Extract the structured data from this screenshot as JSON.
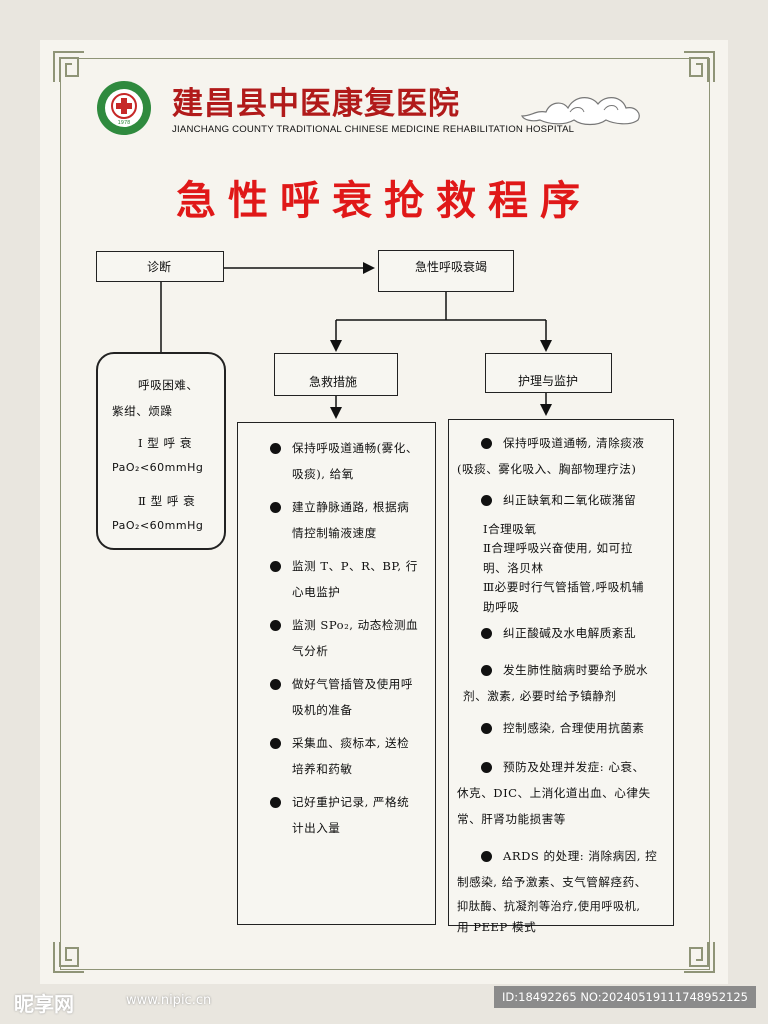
{
  "hospital": {
    "name": "建昌县中医康复医院",
    "name_en": "JIANCHANG COUNTY TRADITIONAL CHINESE MEDICINE REHABILITATION HOSPITAL",
    "logo_year": "1978"
  },
  "title": "急性呼衰抢救程序",
  "flow": {
    "diagnosis": "诊断",
    "acute_failure": "急性呼吸衰竭",
    "rescue": "急救措施",
    "nursing": "护理与监护"
  },
  "criteria": {
    "symptoms_1": "呼吸困难、",
    "symptoms_2": "紫绀、烦躁",
    "type1": "Ⅰ 型 呼 衰",
    "type1_value": "PaO₂<60mmHg",
    "type2": "Ⅱ 型 呼 衰",
    "type2_value": "PaO₂<60mmHg"
  },
  "rescue_items": [
    {
      "line1": "保持呼吸道通畅(雾化、",
      "line2": "吸痰), 给氧"
    },
    {
      "line1": "建立静脉通路, 根据病",
      "line2": "情控制输液速度"
    },
    {
      "line1": "监测 T、P、R、BP, 行",
      "line2": "心电监护"
    },
    {
      "line1": "监测 SPo₂, 动态检测血",
      "line2": "气分析"
    },
    {
      "line1": "做好气管插管及使用呼",
      "line2": "吸机的准备"
    },
    {
      "line1": "采集血、痰标本, 送检",
      "line2": "培养和药敏"
    },
    {
      "line1": "记好重护记录, 严格统",
      "line2": "计出入量"
    }
  ],
  "nursing_items": {
    "i1_l1": "保持呼吸道通畅, 清除痰液",
    "i1_l2": "(吸痰、雾化吸入、胸部物理疗法)",
    "i2_l1": "纠正缺氧和二氧化碳潴留",
    "sub1": "Ⅰ合理吸氧",
    "sub2_l1": "Ⅱ合理呼吸兴奋使用, 如可拉",
    "sub2_l2": "明、洛贝林",
    "sub3_l1": "Ⅲ必要时行气管插管,呼吸机辅",
    "sub3_l2": "助呼吸",
    "i3_l1": "纠正酸碱及水电解质紊乱",
    "i4_l1": "发生肺性脑病时要给予脱水",
    "i4_l2": "剂、激素, 必要时给予镇静剂",
    "i5_l1": "控制感染, 合理使用抗菌素",
    "i6_l1": "预防及处理并发症: 心衰、",
    "i6_l2": "休克、DIC、上消化道出血、心律失",
    "i6_l3": "常、肝肾功能损害等",
    "i7_l1": "ARDS 的处理: 消除病因, 控",
    "i7_l2": "制感染, 给予激素、支气管解痉药、",
    "i7_l3": "抑肽酶、抗凝剂等治疗,使用呼吸机,",
    "i7_l4": "用 PEEP 模式"
  },
  "watermark": {
    "site": "昵享网",
    "url": "www.nipic.cn",
    "id": "ID:18492265 NO:20240519111748952125"
  },
  "colors": {
    "title_red": "#e01818",
    "brand_red": "#b11a1a",
    "logo_green": "#2f8a3e",
    "frame": "#8f9477"
  }
}
